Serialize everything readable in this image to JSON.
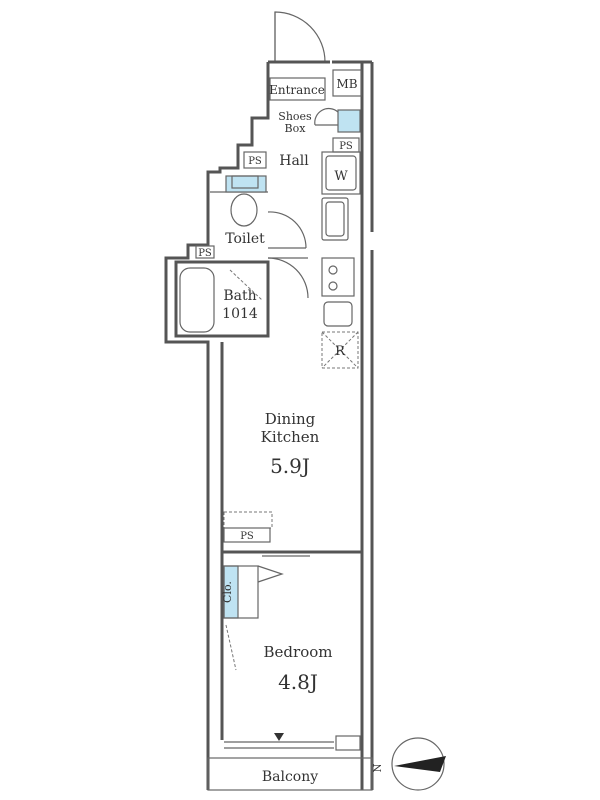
{
  "rooms": {
    "entrance": "Entrance",
    "mb": "MB",
    "shoes_box_line1": "Shoes",
    "shoes_box_line2": "Box",
    "hall": "Hall",
    "ps_hall": "PS",
    "ps_toilet": "PS",
    "ps_bath": "PS",
    "ps_dining": "PS",
    "washer": "W",
    "toilet": "Toilet",
    "bath_line1": "Bath",
    "bath_line2": "1014",
    "fridge": "R",
    "dining_line1": "Dining",
    "dining_line2": "Kitchen",
    "dining_size": "5.9J",
    "closet": "Clo.",
    "bedroom": "Bedroom",
    "bedroom_size": "4.8J",
    "balcony": "Balcony"
  },
  "compass": {
    "north_label": "N"
  },
  "colors": {
    "fixture_blue": "#bfe3f2",
    "wall": "#555555"
  }
}
